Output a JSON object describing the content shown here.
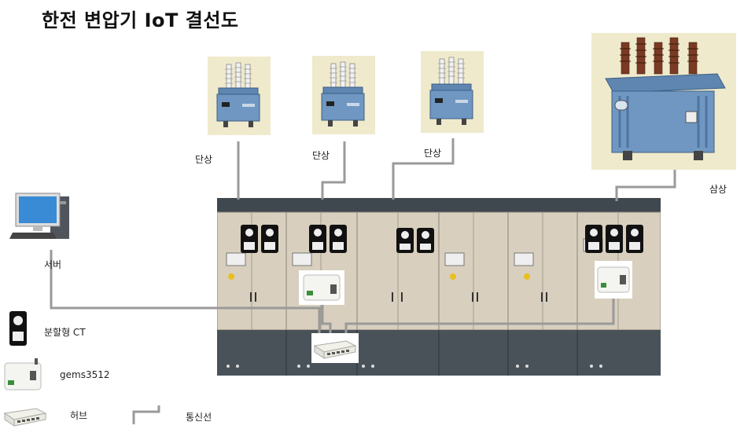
{
  "title": "한전 변압기 IoT 결선도",
  "transformers": [
    {
      "label": "단상"
    },
    {
      "label": "단상"
    },
    {
      "label": "단상"
    },
    {
      "label": "삼상"
    }
  ],
  "server": {
    "label": "서버"
  },
  "legend": {
    "ct": "분할형 CT",
    "gems": "gems3512",
    "hub": "허브",
    "line": "통신선"
  },
  "panel": {
    "color": "#d8cfbe",
    "base_color": "#4a5259"
  }
}
